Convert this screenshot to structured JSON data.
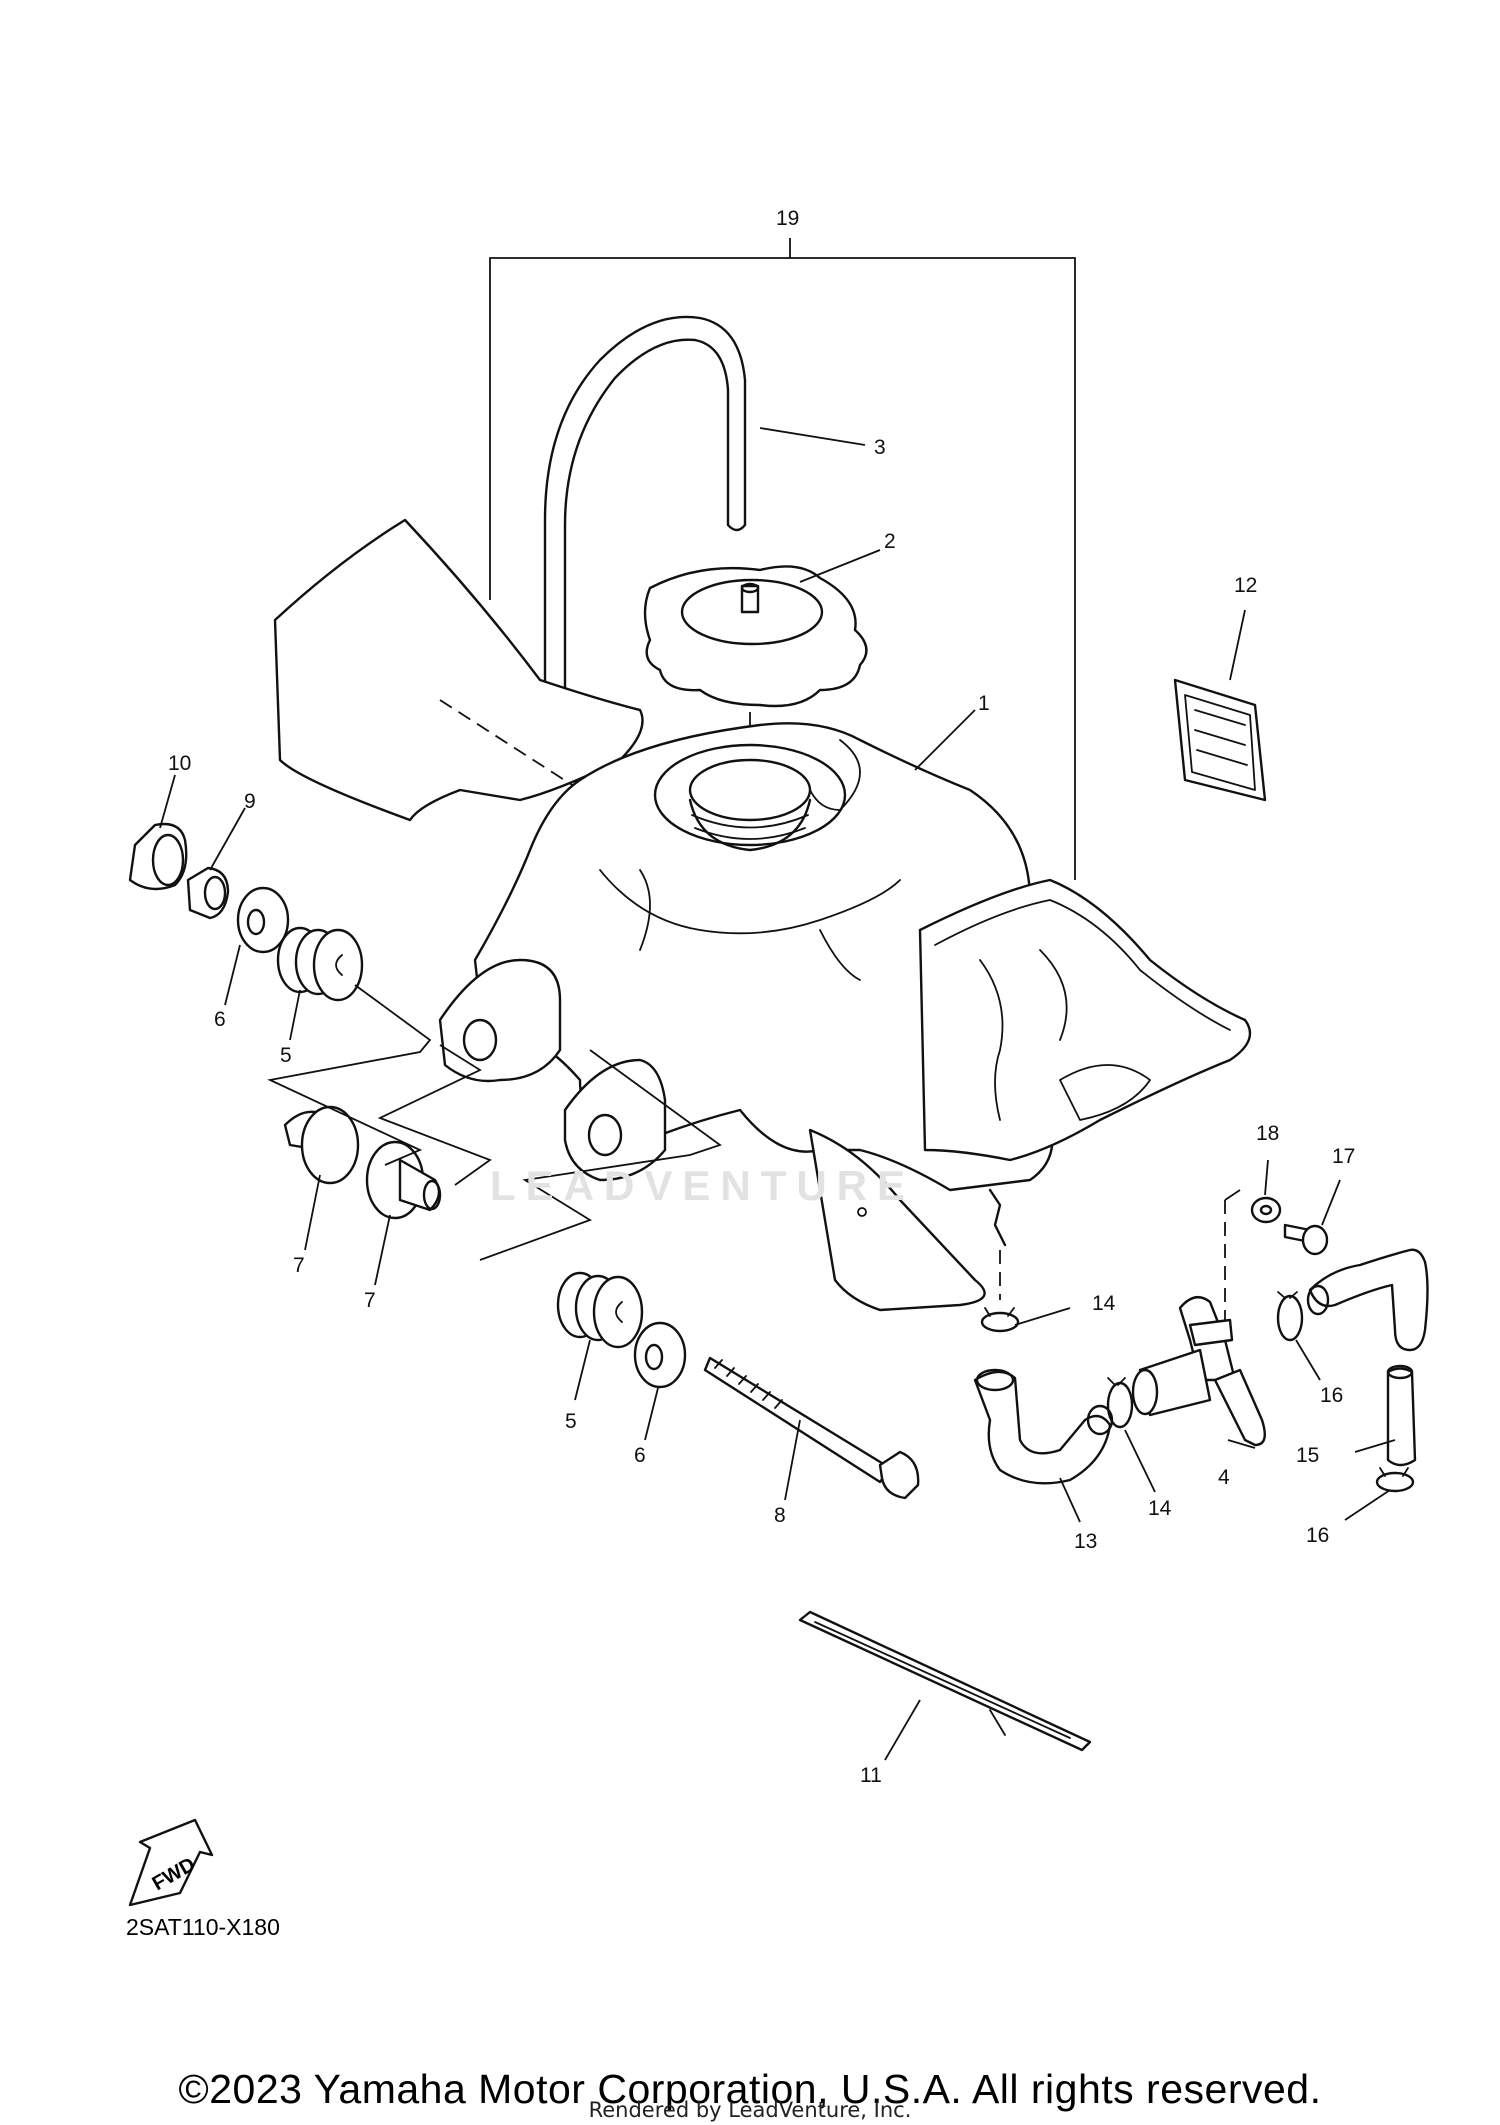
{
  "diagram": {
    "callouts": [
      "19",
      "3",
      "2",
      "12",
      "1",
      "10",
      "9",
      "6",
      "5",
      "7",
      "7",
      "18",
      "17",
      "14",
      "5",
      "6",
      "8",
      "16",
      "4",
      "14",
      "13",
      "15",
      "16",
      "11"
    ],
    "fwd_label": "FWD",
    "drawing_code": "2SAT110-X180",
    "watermark": "LEADVENTURE"
  },
  "footer": {
    "copyright": "©2023 Yamaha Motor Corporation, U.S.A. All rights reserved.",
    "rendered_by": "Rendered by LeadVenture, Inc."
  }
}
